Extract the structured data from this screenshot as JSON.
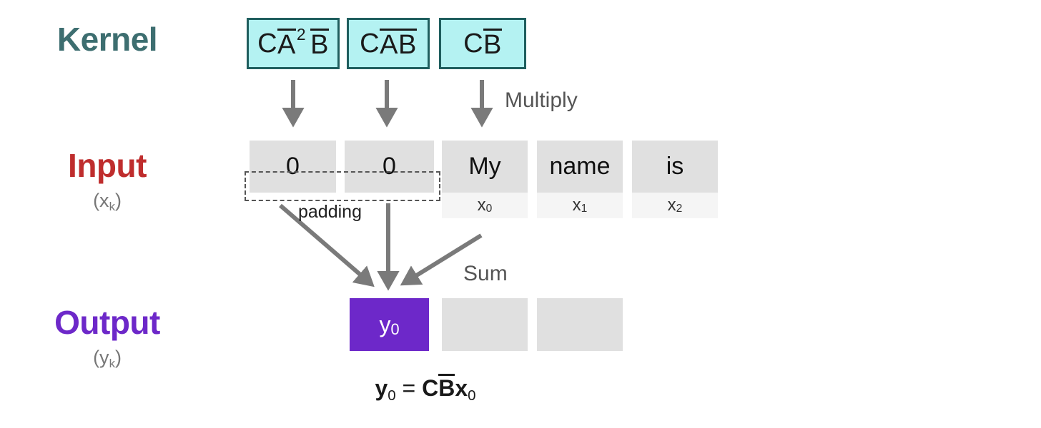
{
  "diagram": {
    "title": "Convolutional view of a state space model (SSM) kernel applied to a padded input sequence",
    "background_color": "#ffffff",
    "rows": [
      {
        "id": "kernel",
        "label": "Kernel",
        "label_color": "#3d6e70",
        "sublabel": ""
      },
      {
        "id": "input",
        "label": "Input",
        "label_color": "#bf2d2d",
        "sublabel": "(x",
        "sublabel_sub": "k",
        "sublabel_end": ")"
      },
      {
        "id": "output",
        "label": "Output",
        "label_color": "#6d28c9",
        "sublabel": "(y",
        "sublabel_sub": "k",
        "sublabel_end": ")"
      }
    ],
    "kernel": {
      "fill_color": "#b4f2f2",
      "border_color": "#1f5e5e",
      "boxes": [
        {
          "id": "kernel-0",
          "text": "CA²B",
          "parts": {
            "c": "C",
            "a": "A",
            "sup": "2",
            "b": "B"
          }
        },
        {
          "id": "kernel-1",
          "text": "CAB",
          "parts": {
            "c": "C",
            "a": "A",
            "sup": "",
            "b": "B"
          }
        },
        {
          "id": "kernel-2",
          "text": "CB",
          "parts": {
            "c": "C",
            "a": "",
            "sup": "",
            "b": "B"
          }
        }
      ]
    },
    "annotations": {
      "multiply": "Multiply",
      "sum": "Sum",
      "padding": "padding",
      "arrow_color": "#7a7a7a",
      "note_color": "#555555"
    },
    "input": {
      "cell_color": "#e0e0e0",
      "sub_cell_color": "#f5f5f5",
      "cells": [
        {
          "id": "input-pad-0",
          "value": "0",
          "index": "",
          "is_padding": true
        },
        {
          "id": "input-pad-1",
          "value": "0",
          "index": "",
          "is_padding": true
        },
        {
          "id": "input-0",
          "value": "My",
          "index_base": "x",
          "index_sub": "0",
          "is_padding": false
        },
        {
          "id": "input-1",
          "value": "name",
          "index_base": "x",
          "index_sub": "1",
          "is_padding": false
        },
        {
          "id": "input-2",
          "value": "is",
          "index_base": "x",
          "index_sub": "2",
          "is_padding": false
        }
      ]
    },
    "output": {
      "cell_color": "#e0e0e0",
      "active_color": "#6d28c9",
      "active_text_color": "#ffffff",
      "cells": [
        {
          "id": "output-0",
          "base": "y",
          "sub": "0",
          "active": true
        },
        {
          "id": "output-1",
          "base": "",
          "sub": "",
          "active": false
        },
        {
          "id": "output-2",
          "base": "",
          "sub": "",
          "active": false
        }
      ]
    },
    "equation": {
      "lhs_base": "y",
      "lhs_sub": "0",
      "operator": "=",
      "rhs_c": "C",
      "rhs_b": "B",
      "rhs_x": "x",
      "rhs_x_sub": "0",
      "full_text": "y0 = CBx0"
    }
  }
}
